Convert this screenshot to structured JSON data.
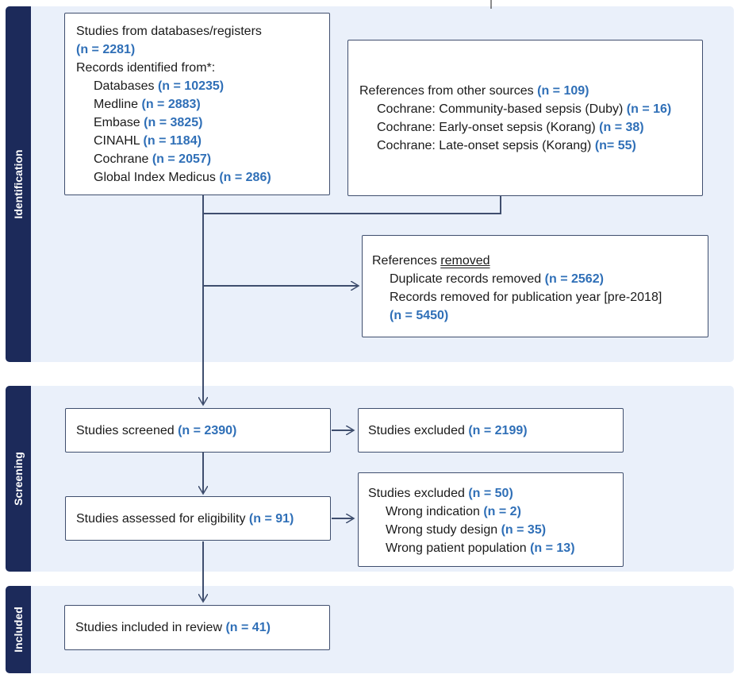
{
  "stages": [
    {
      "label": "Identification"
    },
    {
      "label": "Screening"
    },
    {
      "label": "Included"
    }
  ],
  "databases_box": {
    "title": "Studies from databases/registers",
    "title_n": "(n = 2281)",
    "records_label": "Records identified from*:",
    "items": [
      {
        "label": "Databases",
        "n": "(n = 10235)"
      },
      {
        "label": "Medline",
        "n": "(n = 2883)"
      },
      {
        "label": "Embase",
        "n": "(n = 3825)"
      },
      {
        "label": "CINAHL",
        "n": "(n = 1184)"
      },
      {
        "label": "Cochrane",
        "n": "(n = 2057)"
      },
      {
        "label": "Global Index Medicus",
        "n": "(n = 286)"
      }
    ]
  },
  "other_sources_box": {
    "title": "References from other sources",
    "title_n": "(n = 109)",
    "items": [
      {
        "label": "Cochrane: Community-based sepsis (Duby)",
        "n": "(n = 16)"
      },
      {
        "label": "Cochrane: Early-onset sepsis (Korang)",
        "n": "(n = 38)"
      },
      {
        "label": "Cochrane: Late-onset sepsis (Korang)",
        "n": "(n= 55)"
      }
    ]
  },
  "removed_box": {
    "title_prefix": "References",
    "title_underlined": "removed",
    "items": [
      {
        "label": "Duplicate records removed",
        "n": "(n = 2562)"
      },
      {
        "label": "Records removed for publication year [pre-2018]",
        "n": "(n = 5450)"
      }
    ]
  },
  "screened_box": {
    "label": "Studies screened",
    "n": "(n = 2390)"
  },
  "excluded1_box": {
    "label": "Studies excluded",
    "n": "(n = 2199)"
  },
  "eligibility_box": {
    "label": "Studies assessed for eligibility",
    "n": "(n = 91)"
  },
  "excluded2_box": {
    "label": "Studies excluded",
    "n": "(n = 50)",
    "items": [
      {
        "label": "Wrong indication",
        "n": "(n = 2)"
      },
      {
        "label": "Wrong study design",
        "n": "(n = 35)"
      },
      {
        "label": "Wrong patient population",
        "n": "(n = 13)"
      }
    ]
  },
  "included_box": {
    "label": "Studies included in review",
    "n": "(n = 41)"
  },
  "colors": {
    "stripe": "#1c2a5a",
    "panel": "#eaf0fa",
    "count": "#2f6fb7",
    "border": "#3f4e6e"
  }
}
